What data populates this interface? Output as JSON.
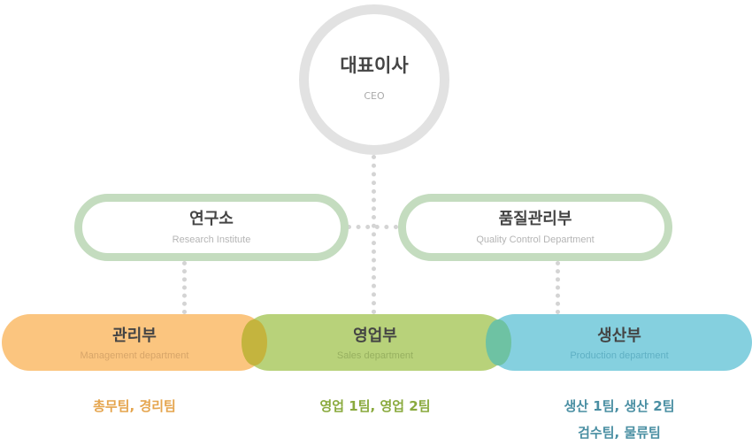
{
  "ceo": {
    "title": "대표이사",
    "subtitle": "CEO"
  },
  "level2": [
    {
      "title": "연구소",
      "subtitle": "Research Institute"
    },
    {
      "title": "품질관리부",
      "subtitle": "Quality Control Department"
    }
  ],
  "level3": [
    {
      "title": "관리부",
      "subtitle": "Management department",
      "teams": [
        "총무팀, 경리팀"
      ]
    },
    {
      "title": "영업부",
      "subtitle": "Sales department",
      "teams": [
        "영업 1팀, 영업 2팀"
      ]
    },
    {
      "title": "생산부",
      "subtitle": "Production department",
      "teams": [
        "생산 1팀, 생산 2팀",
        "검수팀, 물류팀"
      ]
    }
  ],
  "colors": {
    "ceo_ring": "#e2e2e2",
    "level2_border": "#c4dcbf",
    "management": "#fbc57f",
    "sales": "#b8d27a",
    "production": "#85d0df",
    "connector": "#d4d4d4"
  }
}
